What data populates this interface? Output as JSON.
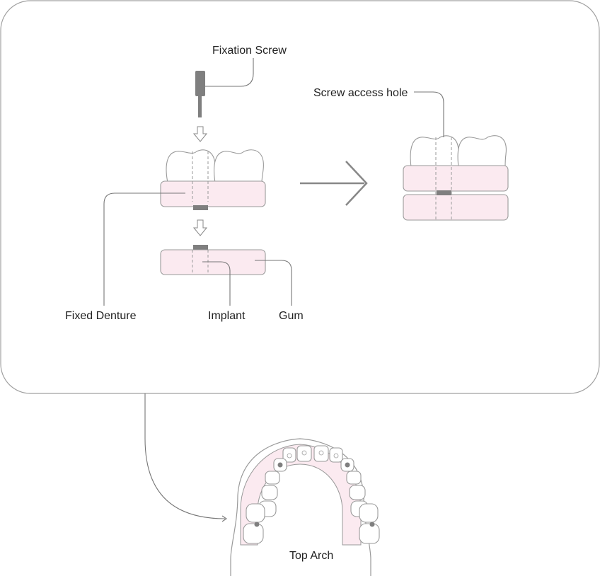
{
  "labels": {
    "fixation_screw": "Fixation Screw",
    "screw_access_hole": "Screw access hole",
    "fixed_denture": "Fixed Denture",
    "implant": "Implant",
    "gum": "Gum",
    "top_arch": "Top Arch"
  },
  "colors": {
    "gum_fill": "#fbeaf0",
    "outline": "#9a9a9a",
    "metal": "#7f7f7f",
    "panel_border": "#a0a0a0"
  }
}
